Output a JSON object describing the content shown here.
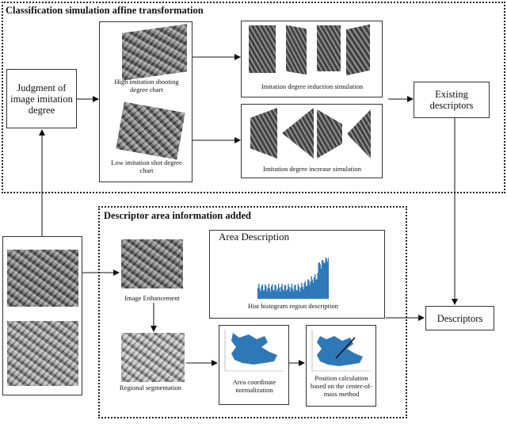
{
  "sections": {
    "top_title": "Classification simulation affine transformation",
    "bottom_title": "Descriptor area information added"
  },
  "boxes": {
    "judgment": "Judgment of image imitation degree",
    "existing": "Existing descriptors",
    "descriptors": "Descriptors",
    "area_description": "Area Description"
  },
  "labels": {
    "high_chart": "High imitation shooting degree chart",
    "low_chart": "Low imitation shot degree chart",
    "reduction": "Imitation degree reduction simulation",
    "increase": "Imitation degree increase simulation",
    "enhancement": "Image Enhancement",
    "segmentation": "Regional segmentation",
    "normalization": "Area coordinate normalization",
    "position": "Position calculation based on the center-of-mass method",
    "histogram": "Hist histogram region description"
  },
  "colors": {
    "histogram": "#2f78b7",
    "blob": "#2f78b7",
    "line": "#111111"
  }
}
